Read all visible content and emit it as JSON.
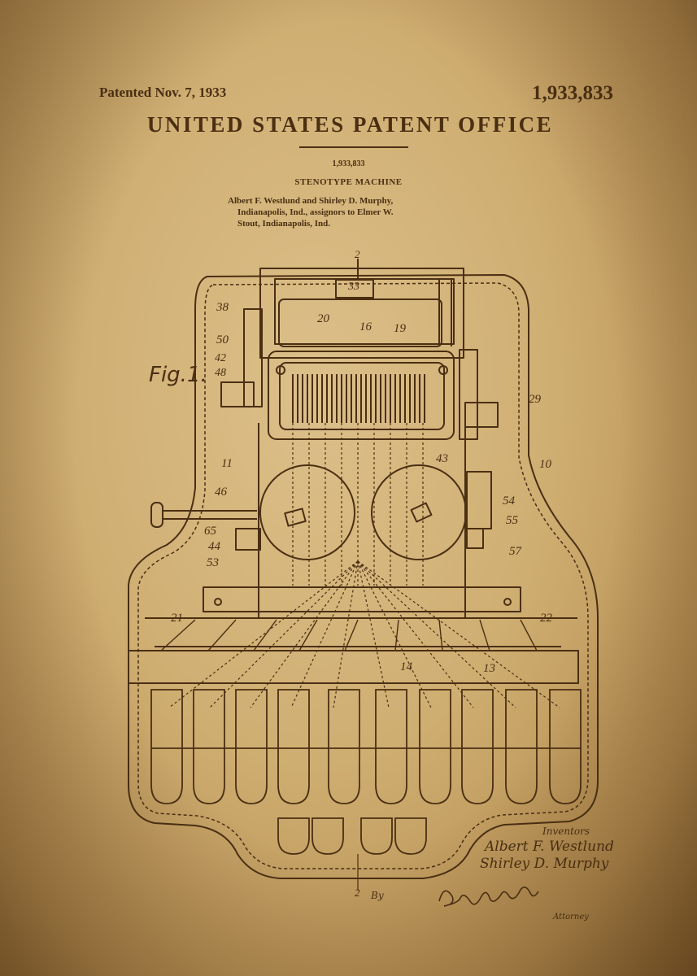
{
  "header": {
    "patent_date": "Patented Nov. 7, 1933",
    "patent_number": "1,933,833",
    "office_title": "UNITED STATES PATENT OFFICE",
    "patent_number_sub": "1,933,833",
    "machine_name": "STENOTYPE MACHINE",
    "inventor_lines": [
      "Albert F. Westlund and Shirley D. Murphy,",
      "Indianapolis, Ind., assignors to Elmer W.",
      "Stout, Indianapolis, Ind."
    ]
  },
  "figure": {
    "label": "Fig.1.",
    "reference_numerals": [
      "2",
      "33",
      "38",
      "20",
      "16",
      "19",
      "50",
      "42",
      "48",
      "29",
      "11",
      "43",
      "10",
      "46",
      "54",
      "55",
      "65",
      "44",
      "53",
      "57",
      "21",
      "22",
      "14",
      "13",
      "2"
    ]
  },
  "signature_block": {
    "inventors_caption": "Inventors",
    "inventor_1": "Albert F. Westlund",
    "inventor_2": "Shirley D. Murphy",
    "by_label": "By",
    "attorney_caption": "Attorney"
  },
  "colors": {
    "paper": "#cfae72",
    "ink": "#4a2f12"
  }
}
